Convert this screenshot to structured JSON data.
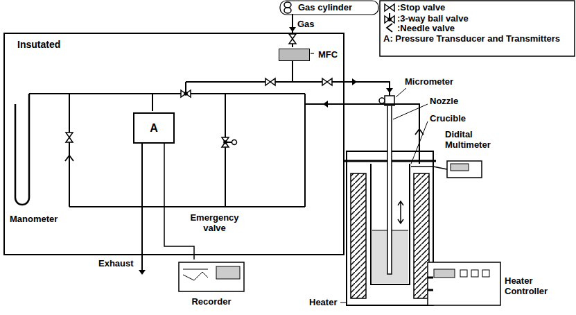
{
  "diagram": {
    "nodes": [
      {
        "text": [
          "Insutated"
        ]
      },
      {
        "text": [
          "MFC"
        ],
        "in": 0
      },
      {
        "text": [
          "A"
        ],
        "in": 0
      },
      {
        "text": [
          "Recorder"
        ]
      }
    ],
    "edges": [
      {
        "from": 2,
        "to": 3,
        "arrow": "none"
      }
    ],
    "labels": [
      "Gas cylinder",
      "Gas",
      "Manometer",
      "Emergency valve",
      "Exhaust",
      "Micrometer",
      "Nozzle",
      "Crucible",
      "Didital Multimeter",
      "Heater",
      "Heater Controller"
    ],
    "legend": [
      {
        "text": ":Stop valve"
      },
      {
        "text": ":3-way ball valve"
      },
      {
        "text": ":Needle valve"
      },
      {
        "text": "A: Pressure Transducer and Transmitters"
      }
    ]
  }
}
